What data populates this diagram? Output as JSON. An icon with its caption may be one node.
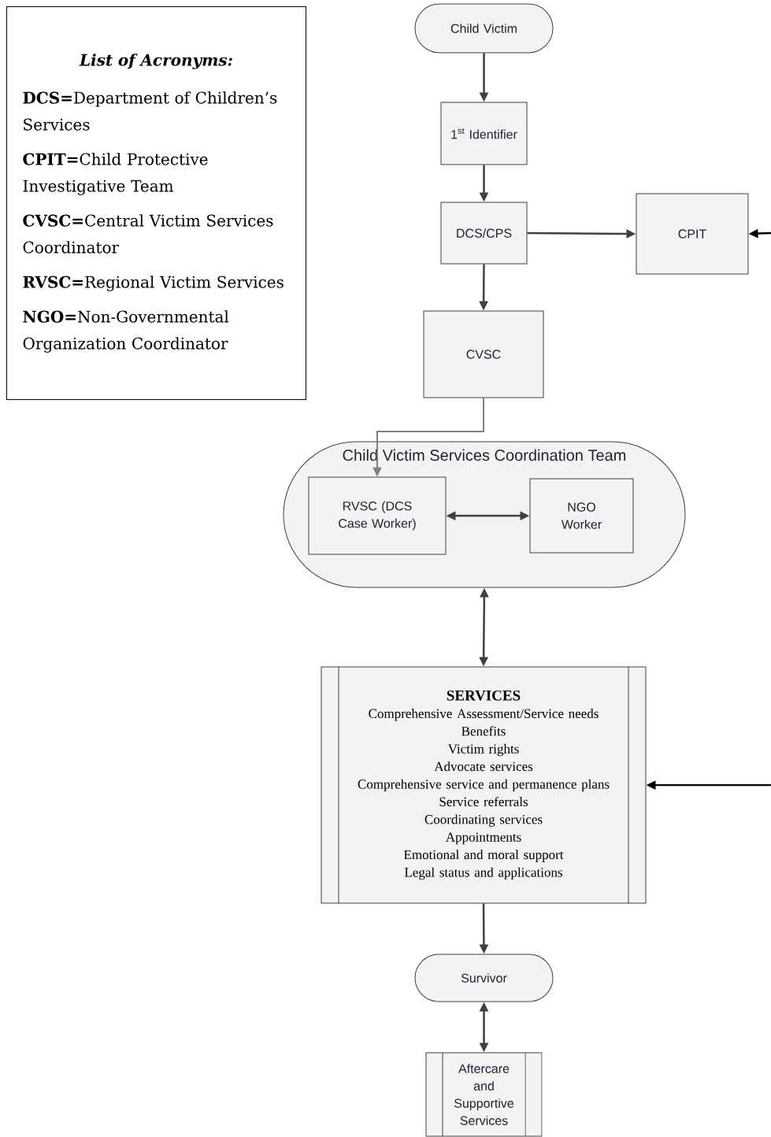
{
  "diagram": {
    "nodes": [
      {
        "text": [
          "List of Acronyms:",
          "**DCS=**Department of Children’s Services",
          "**CPIT=**Child Protective Investigative Team",
          "**CVSC=**Central Victim Services Coordinator",
          "**RVSC=**Regional Victim Services",
          "**NGO=**Non-Governmental Organization Coordinator"
        ]
      },
      {
        "text": [
          "Child Victim"
        ]
      },
      {
        "text": [
          "1$^{st}$ Identifier"
        ]
      },
      {
        "text": [
          "DCS/CPS"
        ]
      },
      {
        "text": [
          "CPIT"
        ]
      },
      {
        "text": [
          "CVSC"
        ]
      },
      {
        "text": [
          "Child Victim Services Coordination Team"
        ]
      },
      {
        "text": [
          "RVSC (DCS Case Worker)"
        ],
        "in": 6
      },
      {
        "text": [
          "NGO Worker"
        ],
        "in": 6
      },
      {
        "text": [
          "SERVICES",
          "Comprehensive Assessment/Service needs",
          "Benefits",
          "Victim rights",
          "Advocate services",
          "Comprehensive service and permanence plans",
          "Service referrals",
          "Coordinating services",
          "Appointments",
          "Emotional and moral support",
          "Legal status and applications"
        ]
      },
      {
        "text": [
          "Survivor"
        ]
      },
      {
        "text": [
          "Aftercare and Supportive Services"
        ]
      }
    ],
    "edges": [
      {
        "from": 1,
        "to": 2,
        "arrow": "to"
      },
      {
        "from": 2,
        "to": 3,
        "arrow": "to"
      },
      {
        "from": 3,
        "to": 4,
        "arrow": "to"
      },
      {
        "from": null,
        "to": 4,
        "arrow": "to",
        "color": "#000000"
      },
      {
        "from": 3,
        "to": 5,
        "arrow": "to"
      },
      {
        "from": 5,
        "to": 7,
        "arrow": "to",
        "color": "#808080"
      },
      {
        "from": 7,
        "to": 8,
        "arrow": "both"
      },
      {
        "from": 6,
        "to": 9,
        "arrow": "both"
      },
      {
        "from": null,
        "to": 9,
        "arrow": "to",
        "color": "#000000"
      },
      {
        "from": 9,
        "to": 10,
        "arrow": "to"
      },
      {
        "from": 10,
        "to": 11,
        "arrow": "both"
      }
    ]
  }
}
